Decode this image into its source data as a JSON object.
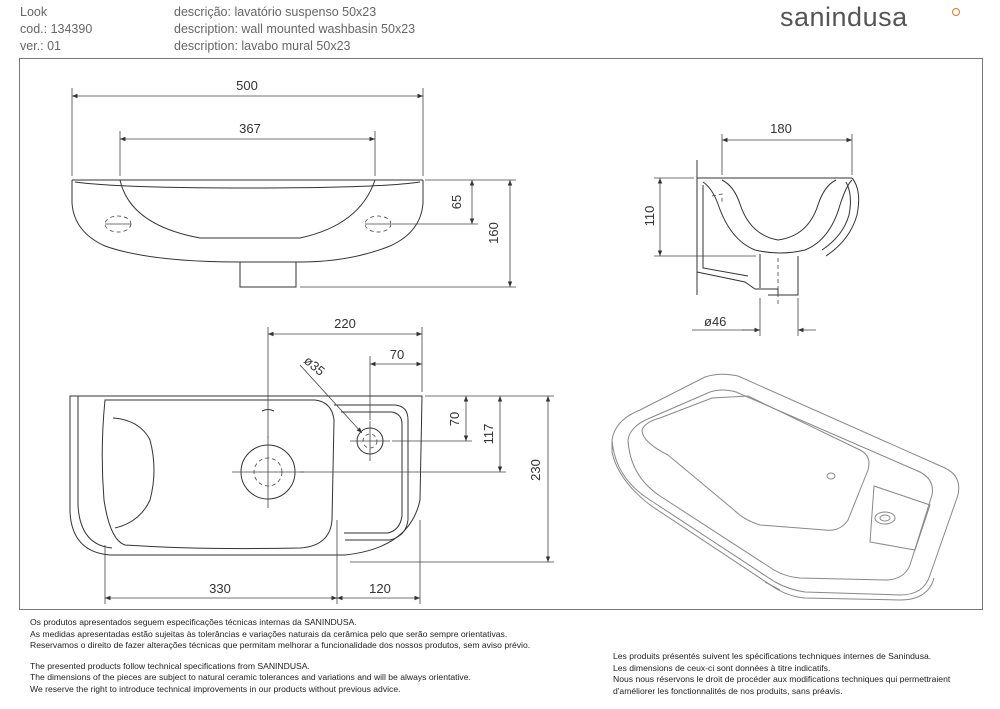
{
  "header": {
    "left": [
      "Look",
      "cod.: 134390",
      "ver.: 01"
    ],
    "descriptions": [
      "descrição: lavatório suspenso 50x23",
      "description: wall mounted washbasin 50x23",
      "description: lavabo mural 50x23"
    ],
    "brand": "sanindusa"
  },
  "dimensions": {
    "width_total": "500",
    "tap_spacing": "367",
    "fixing_height": "65",
    "height_total": "160",
    "depth_side": "180",
    "side_height": "110",
    "waste_diameter": "ø46",
    "overflow_offset": "220",
    "tap_hole_diameter": "ø35",
    "tap_hole_x": "70",
    "tap_hole_y": "70",
    "bowl_depth": "117",
    "depth_total": "230",
    "bowl_width": "330",
    "deck_width": "120"
  },
  "notes_left": {
    "pt": [
      "Os produtos apresentados seguem especificações técnicas internas da SANINDUSA.",
      "As medidas apresentadas estão sujeitas às tolerâncias e variações naturais da cerâmica pelo que serão sempre orientativas.",
      "Reservamos o direito de fazer alterações técnicas que permitam melhorar a funcionalidade dos nossos produtos, sem aviso prévio."
    ],
    "en": [
      "The presented products follow technical specifications from SANINDUSA.",
      "The dimensions of the pieces are subject to natural ceramic tolerances and variations and will be always orientative.",
      "We reserve the right to introduce technical improvements in our products without previous advice."
    ]
  },
  "notes_right": [
    "Les produits présentés suivent les spécifications techniques internes de Sanindusa.",
    "Les dimensions de ceux-ci sont données à titre indicatifs.",
    "Nous nous réservons le droit de procéder aux modifications techniques qui permettraient",
    "d'améliorer les fonctionnalités de nos produits, sans préavis."
  ]
}
